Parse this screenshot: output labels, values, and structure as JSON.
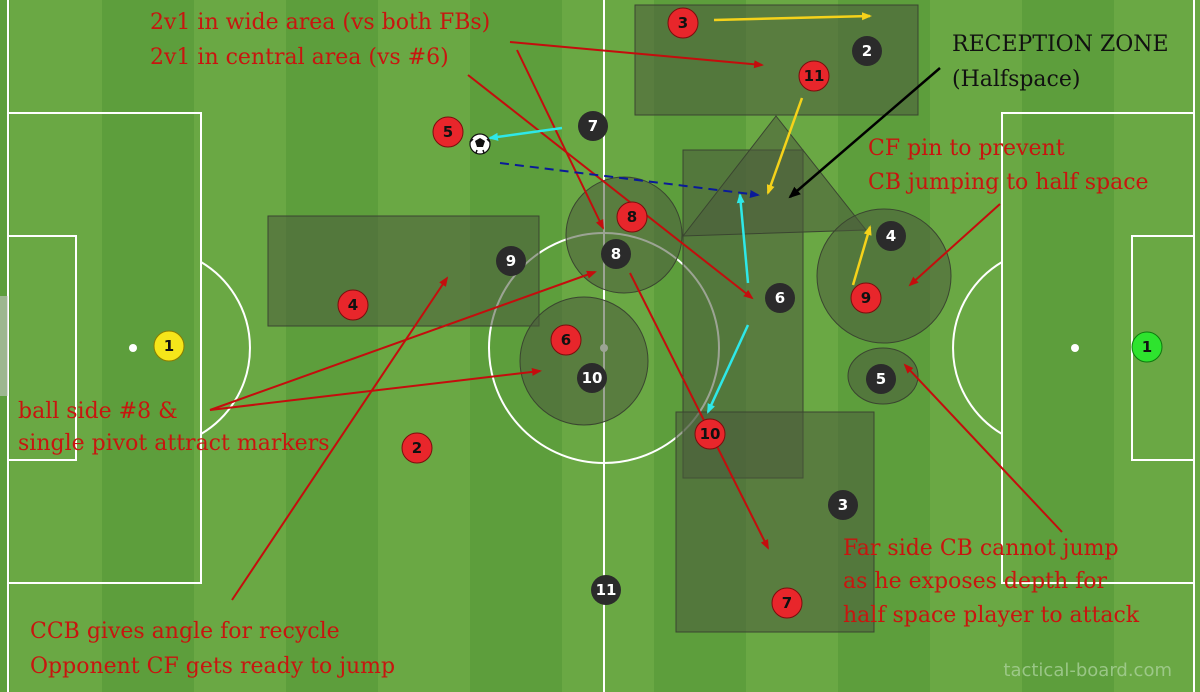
{
  "colors": {
    "red_player": "#e8262b",
    "dark_player": "#2b2b2b",
    "gk_home": "#f5e61a",
    "gk_away": "#2ee32e",
    "note_text": "#c8150f",
    "arrow_red": "#c40d0d",
    "arrow_yellow": "#f5d21a",
    "arrow_cyan": "#2ee8e8",
    "arrow_blue": "#0a1a99",
    "zone_fill": "#4b5a3c"
  },
  "notes": {
    "wide_2v1": "2v1 in wide area (vs both FBs)",
    "central_2v1": "2v1 in central area (vs #6)",
    "reception_zone": "RECEPTION ZONE",
    "halfspace": "(Halfspace)",
    "cf_pin_1": "CF pin to prevent",
    "cf_pin_2": "CB jumping to half space",
    "ball_side_1": "ball side #8 &",
    "ball_side_2": "single pivot attract markers",
    "far_side_1": "Far side CB cannot jump",
    "far_side_2": "as he exposes depth for",
    "far_side_3": "half space player to attack",
    "ccb_1": "CCB gives angle for recycle",
    "ccb_2": "Opponent CF gets ready to jump"
  },
  "watermark": "tactical-board.com",
  "players": {
    "red_gk": "1",
    "red_2": "2",
    "red_3": "3",
    "red_4": "4",
    "red_5": "5",
    "red_6": "6",
    "red_7": "7",
    "red_8": "8",
    "red_9": "9",
    "red_10": "10",
    "red_11": "11",
    "dark_gk": "1",
    "dark_2": "2",
    "dark_3": "3",
    "dark_4": "4",
    "dark_5": "5",
    "dark_6": "6",
    "dark_7": "7",
    "dark_8": "8",
    "dark_9": "9",
    "dark_10": "10",
    "dark_11": "11"
  }
}
